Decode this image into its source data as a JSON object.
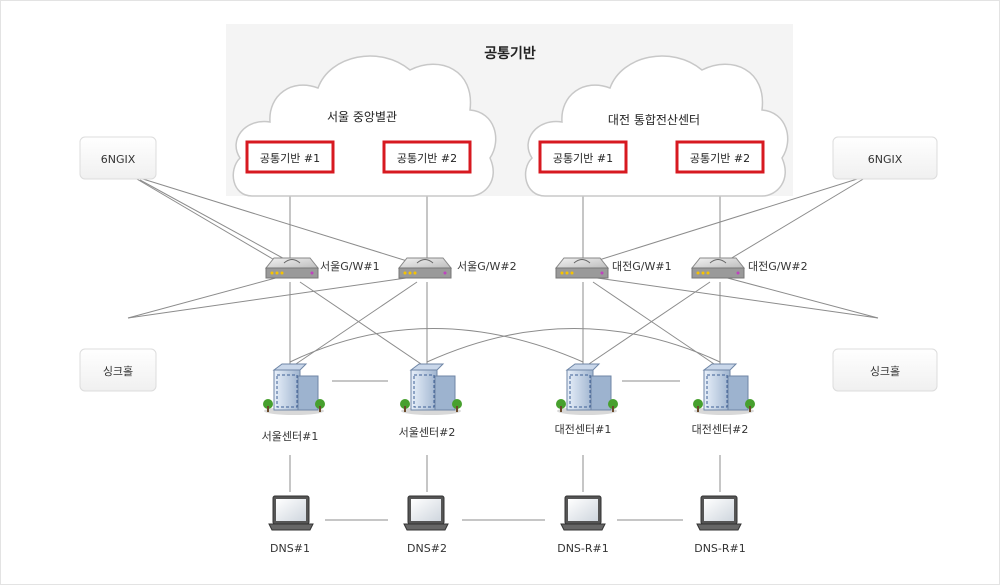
{
  "common": {
    "title": "공통기반"
  },
  "clouds": [
    {
      "title": "서울 중앙별관",
      "boxes": [
        "공통기반 #1",
        "공통기반 #2"
      ]
    },
    {
      "title": "대전 통합전산센터",
      "boxes": [
        "공통기반 #1",
        "공통기반 #2"
      ]
    }
  ],
  "external": {
    "left_top": "6NGIX",
    "right_top": "6NGIX",
    "left_bottom": "싱크홀",
    "right_bottom": "싱크홀"
  },
  "gateways": [
    "서울G/W#1",
    "서울G/W#2",
    "대전G/W#1",
    "대전G/W#2"
  ],
  "centers": [
    "서울센터#1",
    "서울센터#2",
    "대전센터#1",
    "대전센터#2"
  ],
  "dns": [
    "DNS#1",
    "DNS#2",
    "DNS-R#1",
    "DNS-R#1"
  ],
  "colors": {
    "highlight": "#d71920",
    "panel": "#f4f4f4",
    "line": "#8c8c8c"
  }
}
